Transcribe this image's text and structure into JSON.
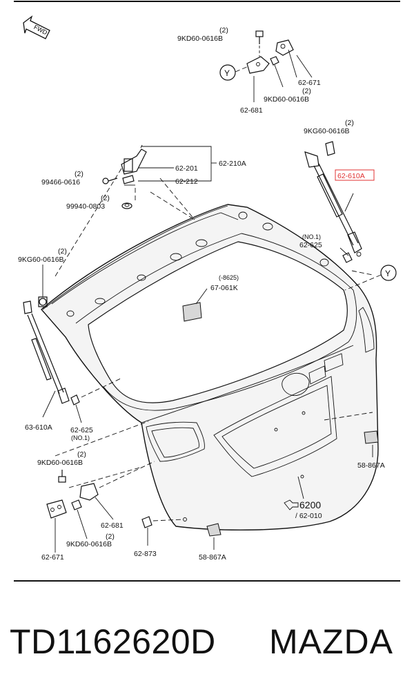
{
  "diagram": {
    "direction_marker": "FWD",
    "detail_marker": "Y",
    "labels": {
      "bolt_top_qty": "(2)",
      "bolt_top": "9KD60-0616B",
      "hinge_top": "62-671",
      "bolt_top2_qty": "(2)",
      "bolt_top2": "9KD60-0616B",
      "hinge_bracket_top": "62-681",
      "bolt_strut_qty": "(2)",
      "bolt_strut": "9KG60-0616B",
      "strut_right": "62-610A",
      "hinge_assy": "62-210A",
      "hinge_pin": "62-201",
      "hinge_washer": "62-212",
      "bolt_hinge_qty": "(2)",
      "bolt_hinge": "99466-0616",
      "nut_hinge_qty": "(2)",
      "nut_hinge": "99940-0803",
      "ball_stud_right_note": "(NO.1)",
      "ball_stud_right": "62-625",
      "bolt_left_strut_qty": "(2)",
      "bolt_left_strut": "9KG60-0616B",
      "date_note": "(-8625)",
      "label_plate": "67-061K",
      "strut_left": "63-610A",
      "ball_stud_left": "62-625",
      "ball_stud_left_note": "(NO.1)",
      "bolt_bottom_qty": "(2)",
      "bolt_bottom": "9KD60-0616B",
      "bracket_bottom": "62-681",
      "bolt_bottom2_qty": "(2)",
      "bolt_bottom2": "9KD60-0616B",
      "hinge_bottom": "62-671",
      "bumper_stop": "62-873",
      "striker_center": "58-867A",
      "striker_right": "58-867A",
      "ref_section": "6200",
      "ref_subsection": "/ 62-010"
    },
    "highlight_color": "#e03030"
  },
  "caption": {
    "part_number": "TD1162620D",
    "brand": "MAZDA"
  }
}
